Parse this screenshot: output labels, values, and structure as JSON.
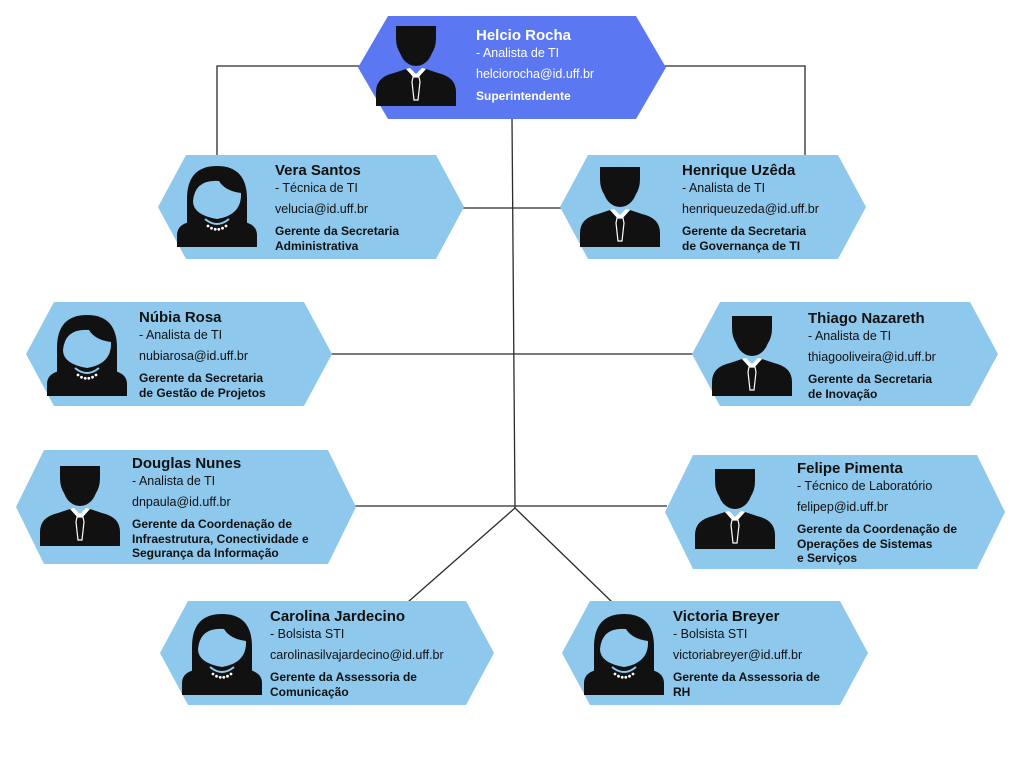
{
  "colors": {
    "top_fill": "#5b78f2",
    "card_fill": "#8ec8ec",
    "line": "#2b2b2b",
    "silhouette": "#111111"
  },
  "top": {
    "name": "Helcio Rocha",
    "role": "- Analista de TI",
    "email": "helciorocha@id.uff.br",
    "title": "Superintendente",
    "avatar": "man-silhouette-icon"
  },
  "members": [
    {
      "name": "Vera Santos",
      "role": "- Técnica de TI",
      "email": "velucia@id.uff.br",
      "title": "Gerente da Secretaria\nAdministrativa",
      "avatar": "woman-silhouette-icon"
    },
    {
      "name": "Henrique Uzêda",
      "role": "- Analista de TI",
      "email": "henriqueuzeda@id.uff.br",
      "title": "Gerente da Secretaria\nde Governança de TI",
      "avatar": "man-silhouette-icon"
    },
    {
      "name": "Núbia Rosa",
      "role": "- Analista de TI",
      "email": "nubiarosa@id.uff.br",
      "title": "Gerente da Secretaria\nde Gestão de Projetos",
      "avatar": "woman-silhouette-icon"
    },
    {
      "name": "Thiago Nazareth",
      "role": "- Analista de TI",
      "email": "thiagooliveira@id.uff.br",
      "title": "Gerente da Secretaria\nde Inovação",
      "avatar": "man-silhouette-icon"
    },
    {
      "name": "Douglas Nunes",
      "role": "- Analista de TI",
      "email": "dnpaula@id.uff.br",
      "title": "Gerente da Coordenação de\nInfraestrutura, Conectividade e\nSegurança da Informação",
      "avatar": "man-silhouette-icon"
    },
    {
      "name": "Felipe Pimenta",
      "role": "- Técnico de Laboratório",
      "email": "felipep@id.uff.br",
      "title": "Gerente da Coordenação de\nOperações de Sistemas\ne Serviços",
      "avatar": "man-silhouette-icon"
    },
    {
      "name": "Carolina Jardecino",
      "role": "- Bolsista STI",
      "email": "carolinasilvajardecino@id.uff.br",
      "title": "Gerente da Assessoria de\nComunicação",
      "avatar": "woman-silhouette-icon"
    },
    {
      "name": "Victoria Breyer",
      "role": "- Bolsista STI",
      "email": "victoriabreyer@id.uff.br",
      "title": "Gerente da Assessoria de\nRH",
      "avatar": "woman-silhouette-icon"
    }
  ]
}
